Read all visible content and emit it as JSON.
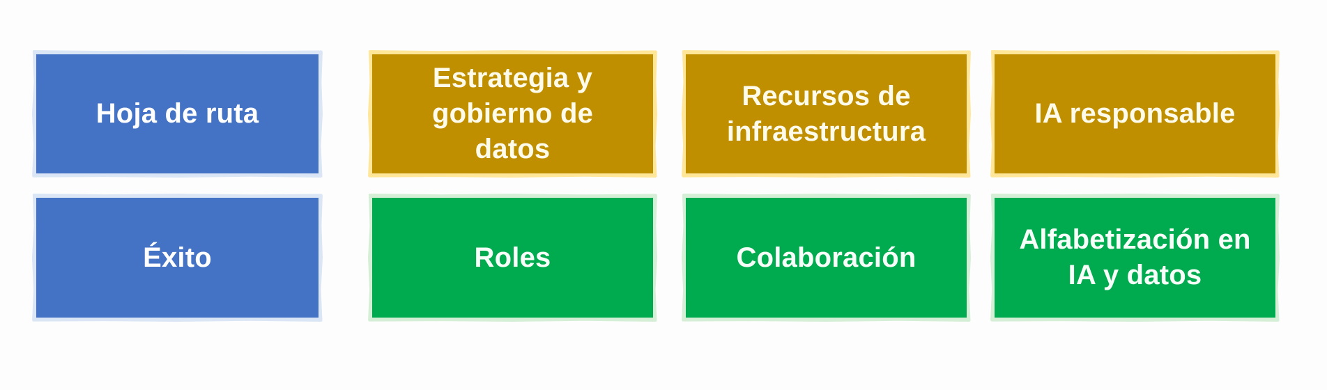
{
  "diagram": {
    "title": "",
    "colors": {
      "background": "#fdfdfd",
      "blue_fill": "#4472c4",
      "blue_border": "#dae6f5",
      "gold_fill": "#bf8f00",
      "gold_border": "#ffe699",
      "green_fill": "#00ab50",
      "green_border": "#d5efd6",
      "text": "#ffffff"
    },
    "rows": [
      {
        "tiles": [
          {
            "label": "Hoja de ruta",
            "color": "blue"
          },
          {
            "label": "Estrategia y gobierno de datos",
            "color": "gold"
          },
          {
            "label": "Recursos de infraestructura",
            "color": "gold"
          },
          {
            "label": "IA responsable",
            "color": "gold"
          }
        ]
      },
      {
        "tiles": [
          {
            "label": "Éxito",
            "color": "blue"
          },
          {
            "label": "Roles",
            "color": "green"
          },
          {
            "label": "Colaboración",
            "color": "green"
          },
          {
            "label": "Alfabetización en IA y datos",
            "color": "green"
          }
        ]
      }
    ]
  }
}
